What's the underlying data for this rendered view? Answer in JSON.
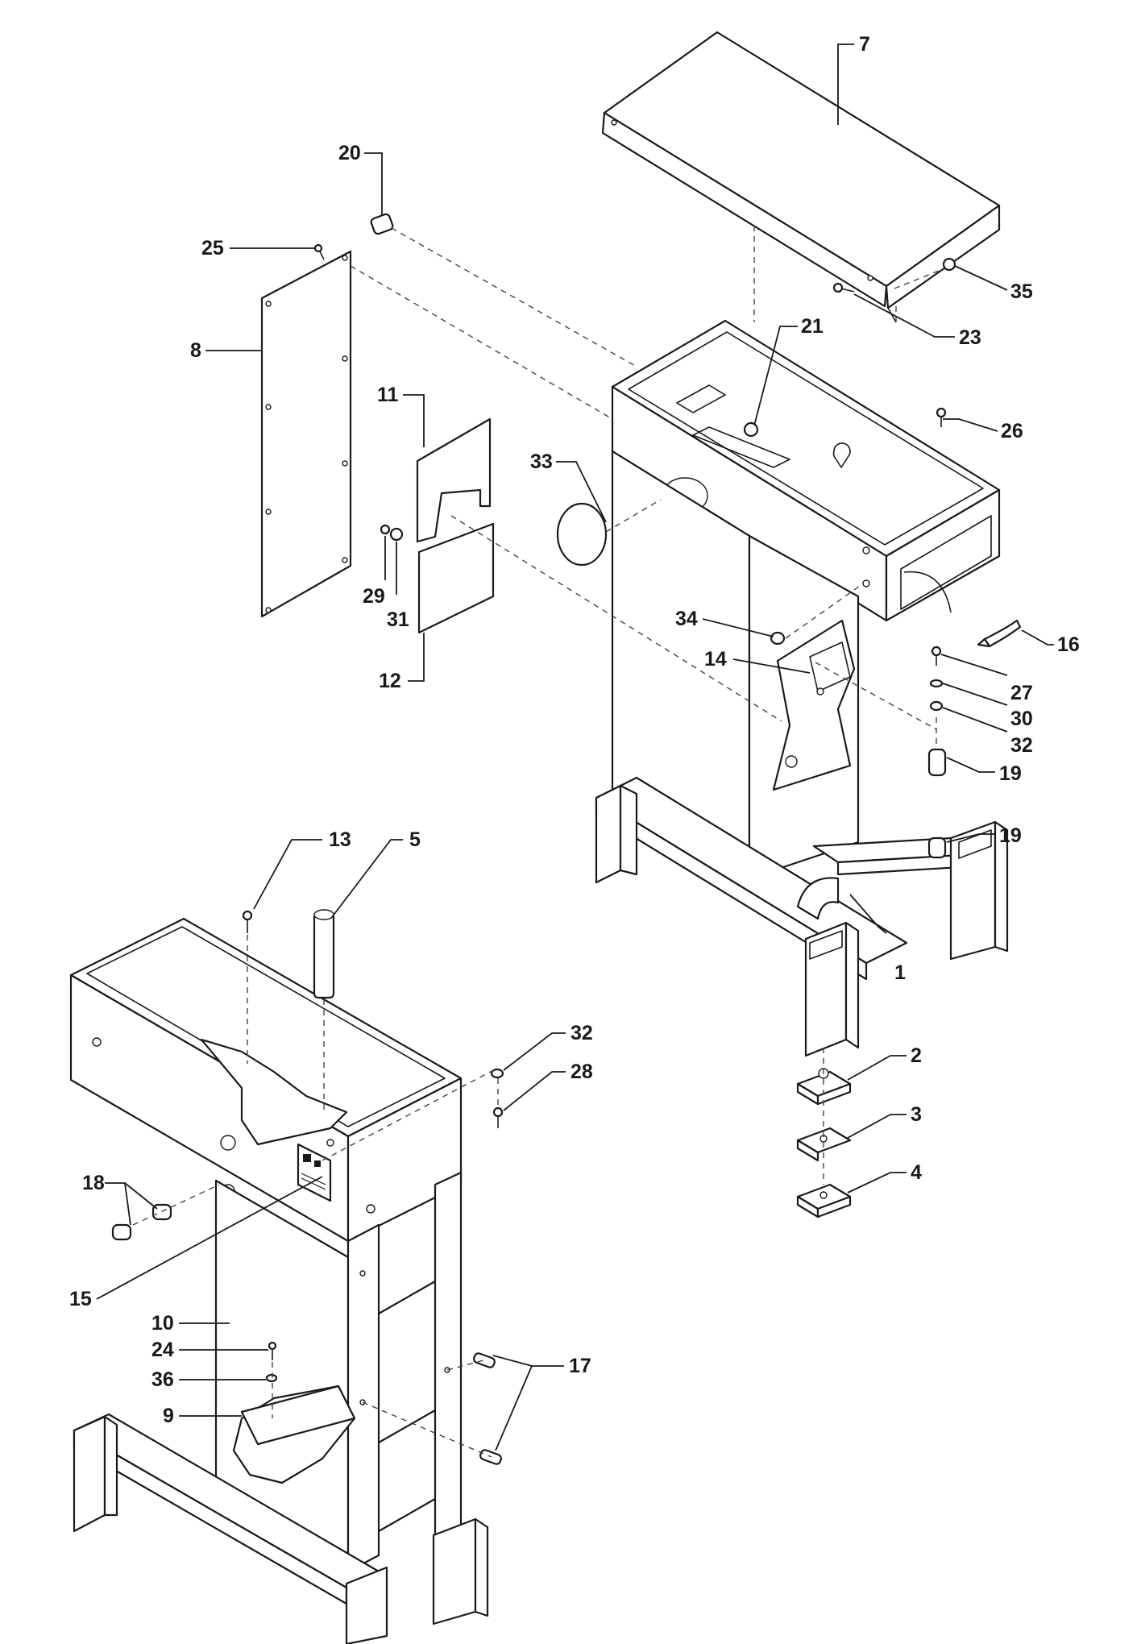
{
  "diagram": {
    "callouts": [
      {
        "id": "c7",
        "label": "7"
      },
      {
        "id": "c20",
        "label": "20"
      },
      {
        "id": "c25",
        "label": "25"
      },
      {
        "id": "c35",
        "label": "35"
      },
      {
        "id": "c21",
        "label": "21"
      },
      {
        "id": "c23",
        "label": "23"
      },
      {
        "id": "c8",
        "label": "8"
      },
      {
        "id": "c11",
        "label": "11"
      },
      {
        "id": "c26",
        "label": "26"
      },
      {
        "id": "c33",
        "label": "33"
      },
      {
        "id": "c29",
        "label": "29"
      },
      {
        "id": "c31",
        "label": "31"
      },
      {
        "id": "c34",
        "label": "34"
      },
      {
        "id": "c16",
        "label": "16"
      },
      {
        "id": "c14",
        "label": "14"
      },
      {
        "id": "c12",
        "label": "12"
      },
      {
        "id": "c27",
        "label": "27"
      },
      {
        "id": "c30",
        "label": "30"
      },
      {
        "id": "c32a",
        "label": "32"
      },
      {
        "id": "c19a",
        "label": "19"
      },
      {
        "id": "c13",
        "label": "13"
      },
      {
        "id": "c5",
        "label": "5"
      },
      {
        "id": "c19b",
        "label": "19"
      },
      {
        "id": "c1",
        "label": "1"
      },
      {
        "id": "c32b",
        "label": "32"
      },
      {
        "id": "c2",
        "label": "2"
      },
      {
        "id": "c28",
        "label": "28"
      },
      {
        "id": "c3",
        "label": "3"
      },
      {
        "id": "c4",
        "label": "4"
      },
      {
        "id": "c18",
        "label": "18"
      },
      {
        "id": "c15",
        "label": "15"
      },
      {
        "id": "c10",
        "label": "10"
      },
      {
        "id": "c24",
        "label": "24"
      },
      {
        "id": "c17",
        "label": "17"
      },
      {
        "id": "c36",
        "label": "36"
      },
      {
        "id": "c9",
        "label": "9"
      }
    ]
  }
}
